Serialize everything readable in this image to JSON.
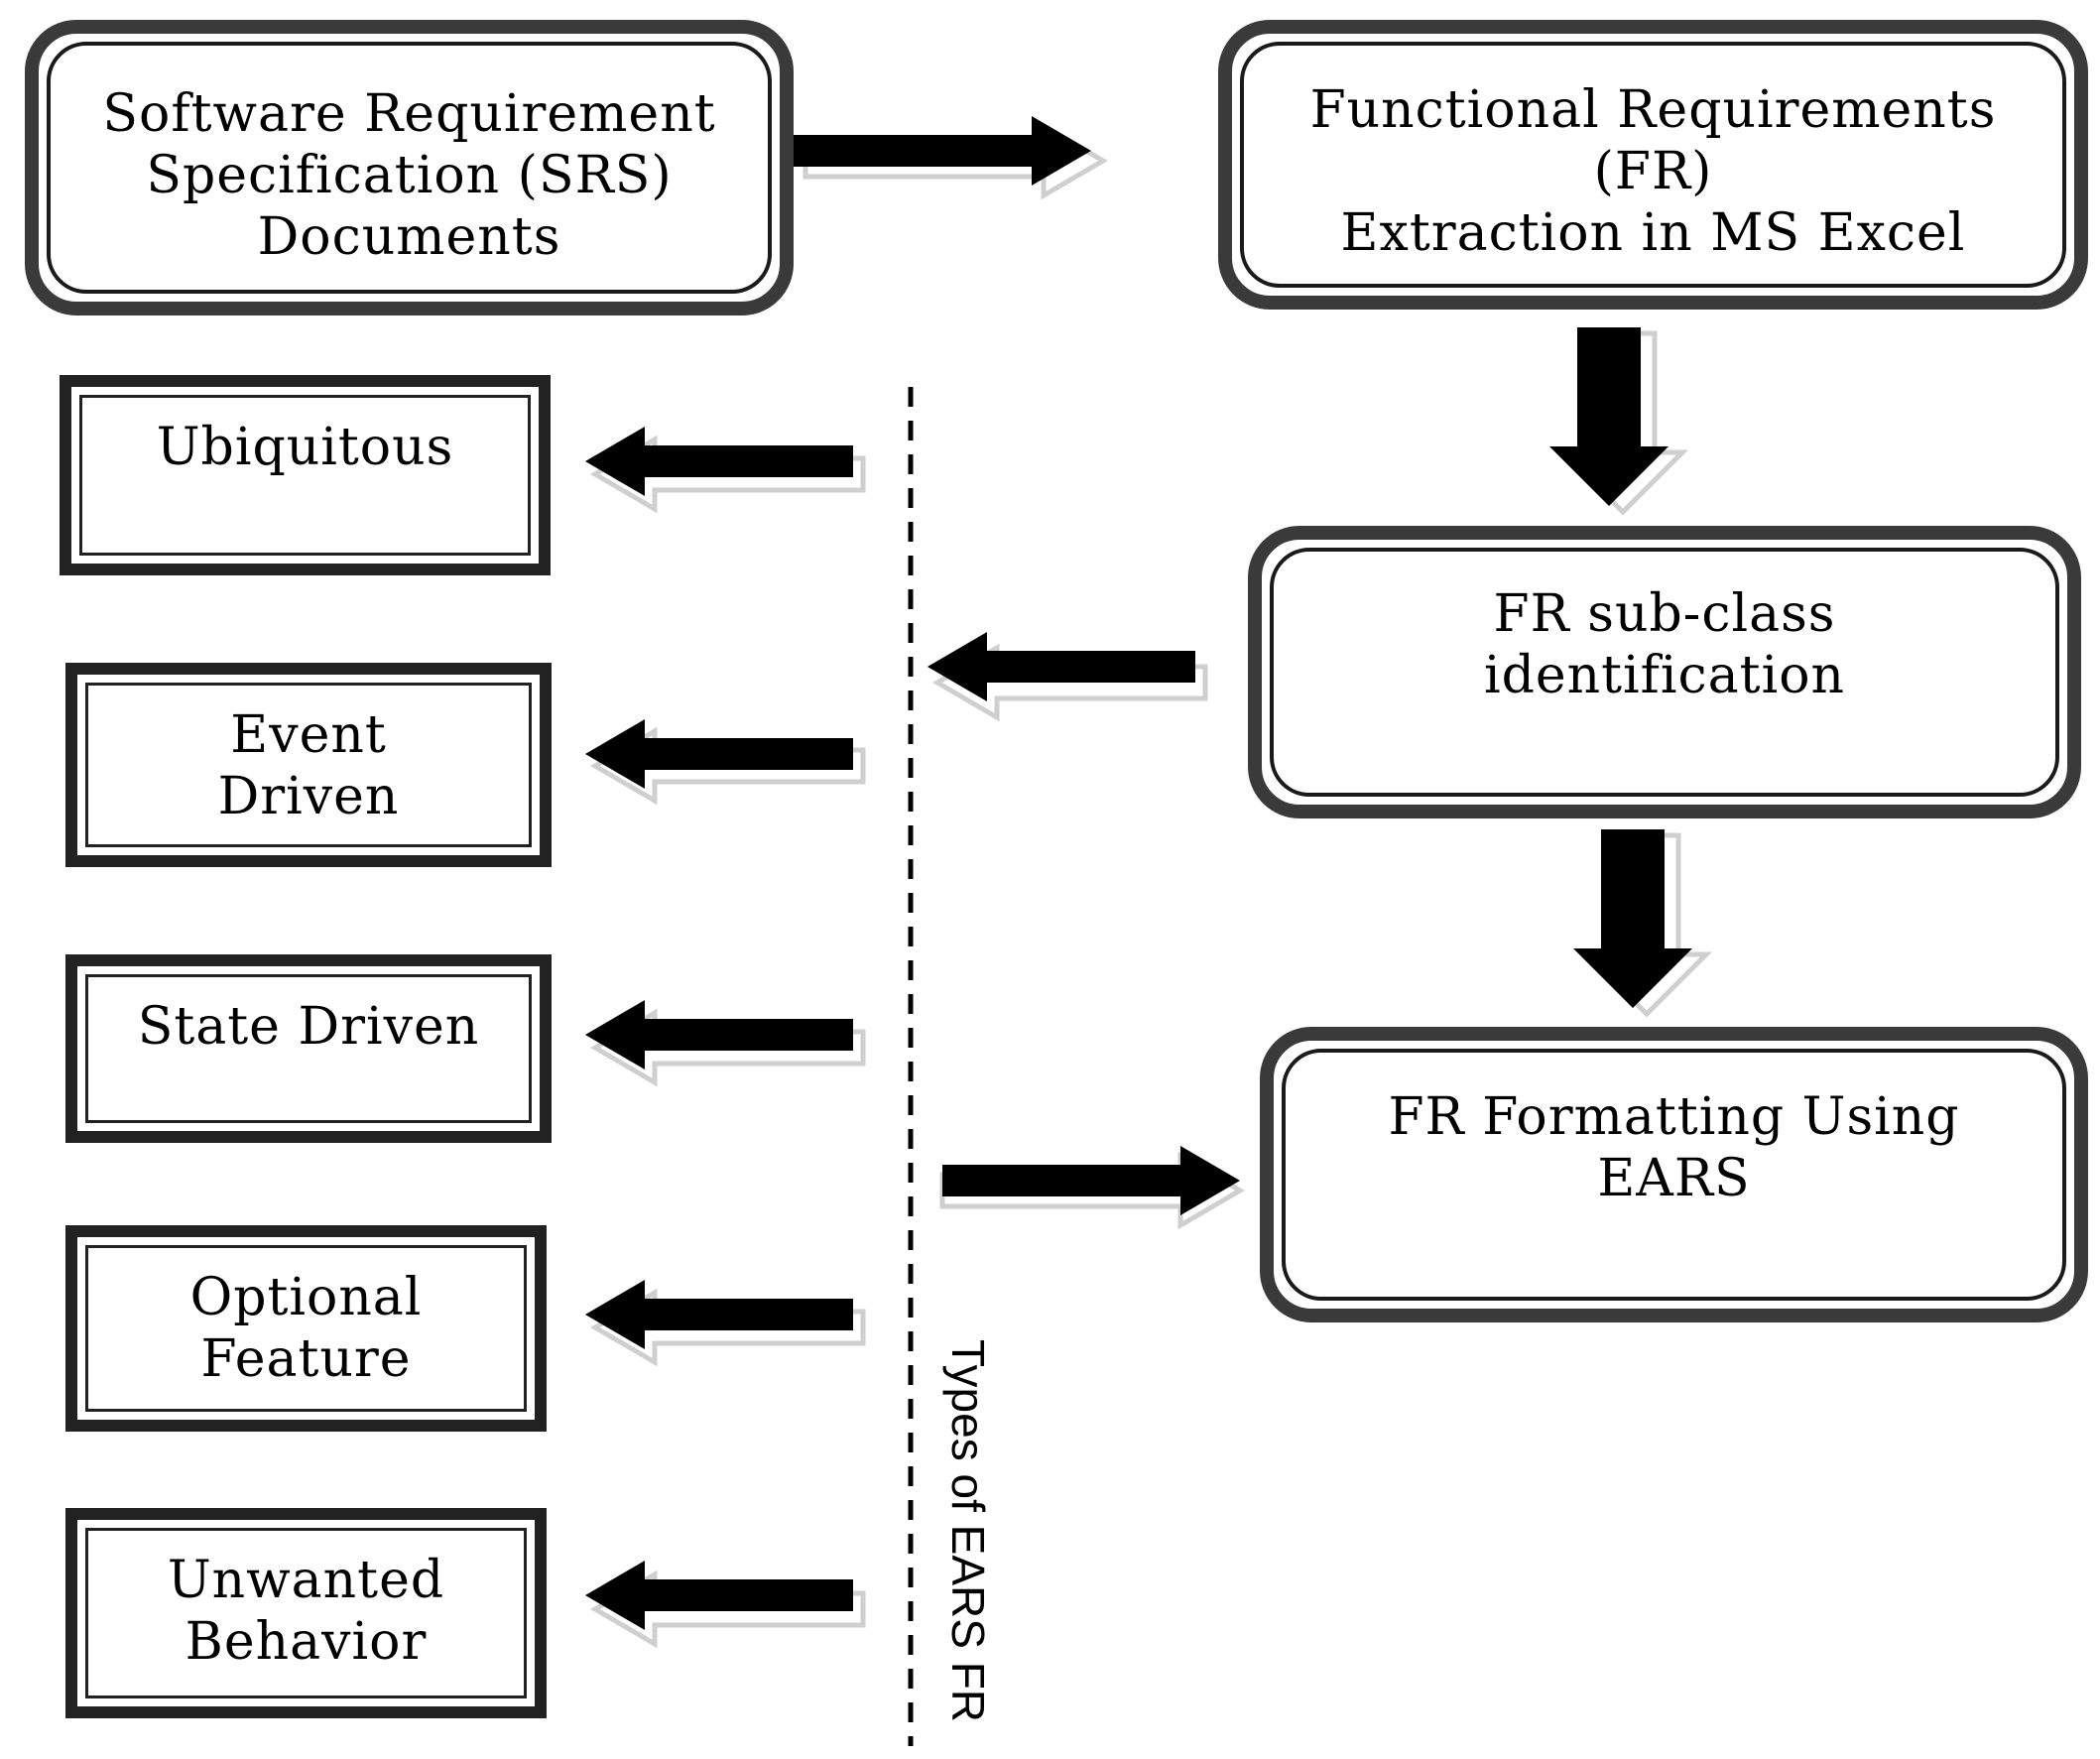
{
  "nodes": {
    "srs": {
      "lines": [
        "Software Requirement",
        "Specification (SRS)",
        "Documents"
      ]
    },
    "fr_extraction": {
      "lines": [
        "Functional Requirements",
        "(FR)",
        "Extraction in MS Excel"
      ]
    },
    "fr_subclass": {
      "lines": [
        "FR sub-class",
        "identification"
      ]
    },
    "fr_formatting": {
      "lines": [
        "FR Formatting Using",
        "EARS"
      ]
    }
  },
  "types": [
    {
      "lines": [
        "Ubiquitous"
      ]
    },
    {
      "lines": [
        "Event",
        "Driven"
      ]
    },
    {
      "lines": [
        "State Driven"
      ]
    },
    {
      "lines": [
        "Optional",
        "Feature"
      ]
    },
    {
      "lines": [
        "Unwanted",
        "Behavior"
      ]
    }
  ],
  "divider_label": "Types of EARS FR",
  "colors": {
    "box_border": "#3a3a3a",
    "arrow_fill": "#000000",
    "arrow_shadow": "#cfcfcf"
  }
}
